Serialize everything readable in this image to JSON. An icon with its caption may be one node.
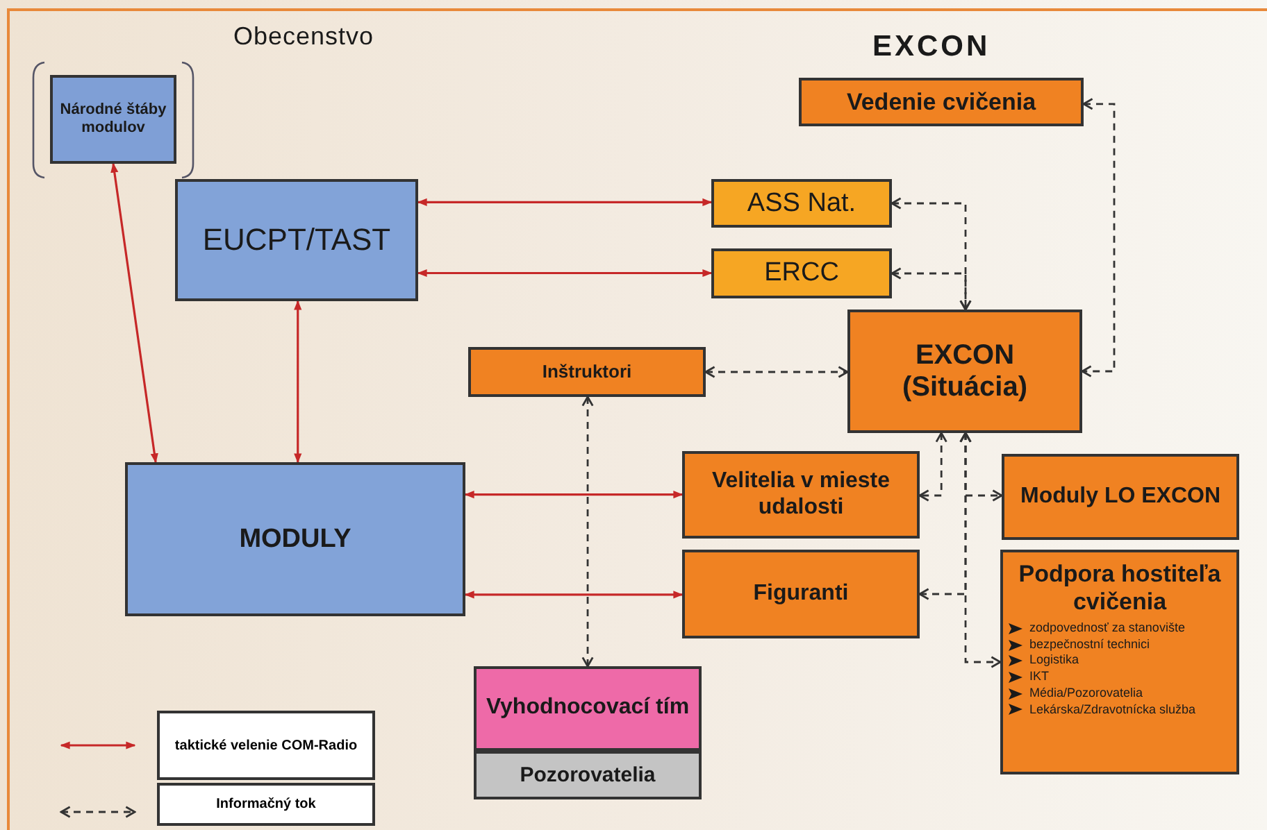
{
  "diagram": {
    "nodes": [
      {
        "text": [
          "Národné štáby modulov"
        ]
      },
      {
        "text": [
          "Vedenie cvičenia"
        ]
      },
      {
        "text": [
          "EUCPT/TAST"
        ]
      },
      {
        "text": [
          "ASS Nat."
        ]
      },
      {
        "text": [
          "ERCC"
        ]
      },
      {
        "text": [
          "EXCON (Situácia)"
        ]
      },
      {
        "text": [
          "Inštruktori"
        ]
      },
      {
        "text": [
          "Velitelia v mieste udalosti"
        ]
      },
      {
        "text": [
          "Moduly LO EXCON"
        ]
      },
      {
        "text": [
          "MODULY"
        ]
      },
      {
        "text": [
          "Figuranti"
        ]
      },
      {
        "text": [
          "Podpora hostiteľa cvičenia",
          "zodpovednosť za stanovište",
          "bezpečnostní technici",
          "Logistika",
          "IKT",
          "Média/Pozorovatelia",
          "Lekárska/Zdravotnícka služba"
        ]
      },
      {
        "text": [
          "Vyhodnocovací tím"
        ]
      },
      {
        "text": [
          "Pozorovatelia"
        ]
      }
    ],
    "edges": [
      {
        "from": 0,
        "to": 9,
        "arrow": "both",
        "color": "#c62828"
      },
      {
        "from": 2,
        "to": 9,
        "arrow": "both",
        "color": "#c62828"
      },
      {
        "from": 2,
        "to": 3,
        "arrow": "both",
        "color": "#c62828"
      },
      {
        "from": 2,
        "to": 4,
        "arrow": "both",
        "color": "#c62828"
      },
      {
        "from": 9,
        "to": 7,
        "arrow": "both",
        "color": "#c62828"
      },
      {
        "from": 9,
        "to": 10,
        "arrow": "both",
        "color": "#c62828"
      },
      {
        "from": 1,
        "to": 5,
        "arrow": "both",
        "style": "dashed"
      },
      {
        "from": 3,
        "to": 5,
        "arrow": "both",
        "style": "dashed"
      },
      {
        "from": 4,
        "to": 5,
        "arrow": "both",
        "style": "dashed"
      },
      {
        "from": 6,
        "to": 5,
        "arrow": "both",
        "style": "dashed"
      },
      {
        "from": 6,
        "to": 12,
        "arrow": "both",
        "style": "dashed"
      },
      {
        "from": 5,
        "to": 7,
        "arrow": "both",
        "style": "dashed"
      },
      {
        "from": 5,
        "to": 8,
        "arrow": "both",
        "style": "dashed"
      },
      {
        "from": 5,
        "to": 10,
        "arrow": "both",
        "style": "dashed"
      },
      {
        "from": 5,
        "to": 11,
        "arrow": "both",
        "style": "dashed"
      }
    ],
    "labels": [
      "Obecenstvo",
      "EXCON"
    ],
    "legend": [
      {
        "text": "taktické velenie COM-Radio"
      },
      {
        "text": "Informačný tok"
      }
    ]
  }
}
